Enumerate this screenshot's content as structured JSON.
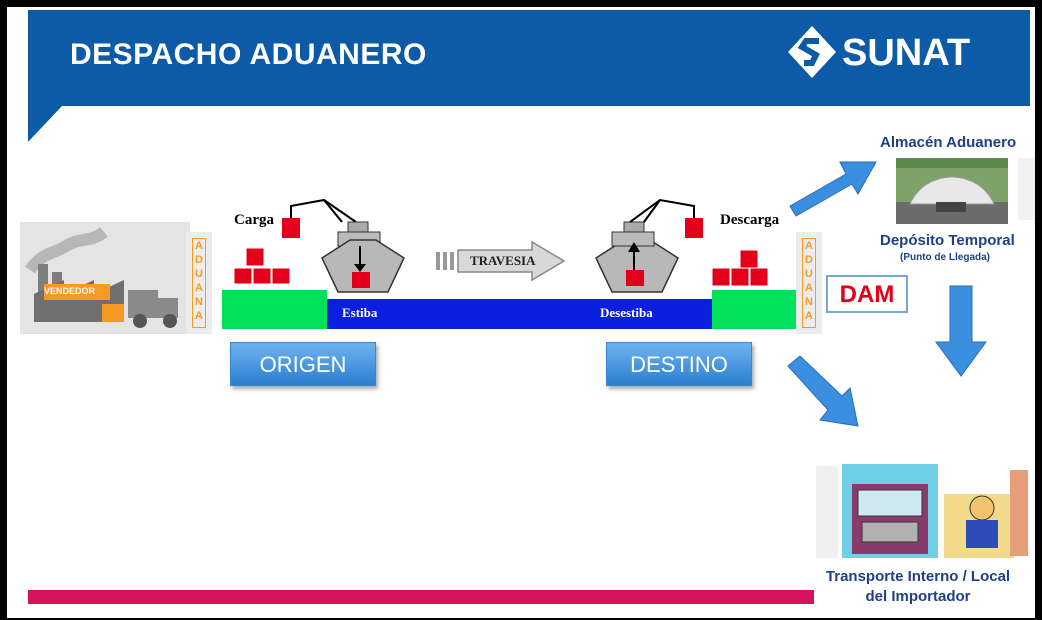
{
  "header": {
    "title": "DESPACHO ADUANERO",
    "logo_text": "SUNAT"
  },
  "origin": {
    "factory_sign": "VENDEDOR",
    "aduana_text": "ADUANA",
    "carga_label": "Carga",
    "estiba_label": "Estiba",
    "button_label": "ORIGEN"
  },
  "transit": {
    "travesia_label": "TRAVESIA"
  },
  "destination": {
    "descarga_label": "Descarga",
    "desestiba_label": "Desestiba",
    "aduana_text": "ADUANA",
    "button_label": "DESTINO"
  },
  "dam_label": "DAM",
  "warehouse": {
    "title": "Almacén Aduanero",
    "subtitle": "Depósito Temporal",
    "note": "(Punto de Llegada)"
  },
  "importer": {
    "caption_line1": "Transporte Interno / Local",
    "caption_line2": "del Importador"
  },
  "colors": {
    "header_blue": "#0d5aa7",
    "water_blue": "#0a1fe0",
    "dock_green": "#00e05a",
    "cargo_red": "#e3001b",
    "footer_red": "#d4145a",
    "arrow_blue": "#3b8fe0"
  }
}
